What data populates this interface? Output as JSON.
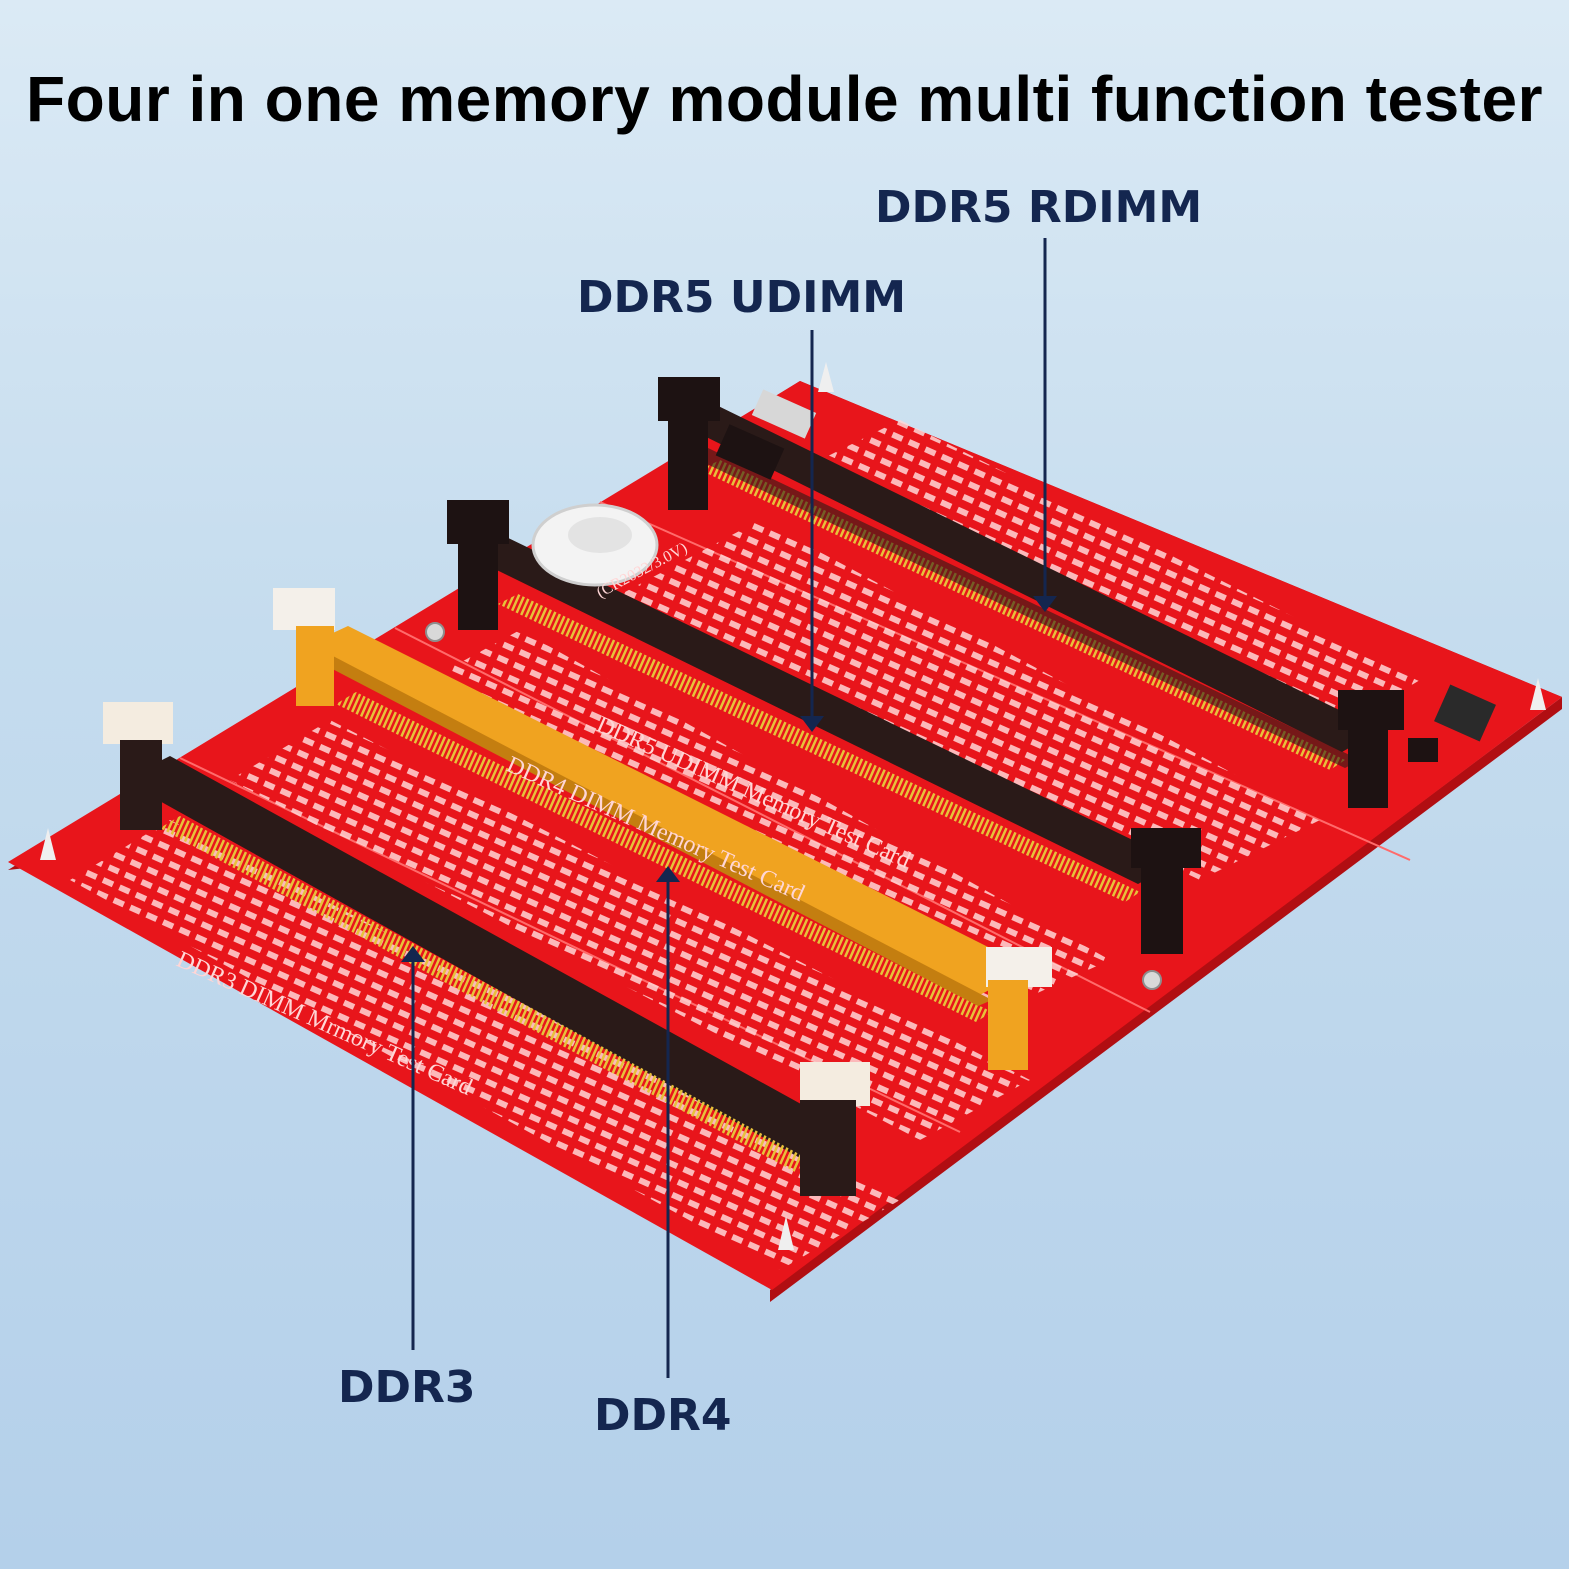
{
  "title": "Four in one memory module multi function tester",
  "callouts": {
    "ddr5_rdimm": "DDR5 RDIMM",
    "ddr5_udimm": "DDR5 UDIMM",
    "ddr3": "DDR3",
    "ddr4": "DDR4"
  },
  "board_text": {
    "ddr5_card": "DDR5  UDIMM  Memory  Test  Card",
    "ddr4_card": "DDR4  DIMM  Memory  Test  Card",
    "ddr3_card": "DDR3  DIMM  Mrmory  Test  Card",
    "battery": "(CR2032/3.0V)"
  },
  "colors": {
    "board": "#e8151b",
    "slot_black": "#2a1a18",
    "slot_orange": "#f0a320",
    "callout_text": "#14264f"
  }
}
